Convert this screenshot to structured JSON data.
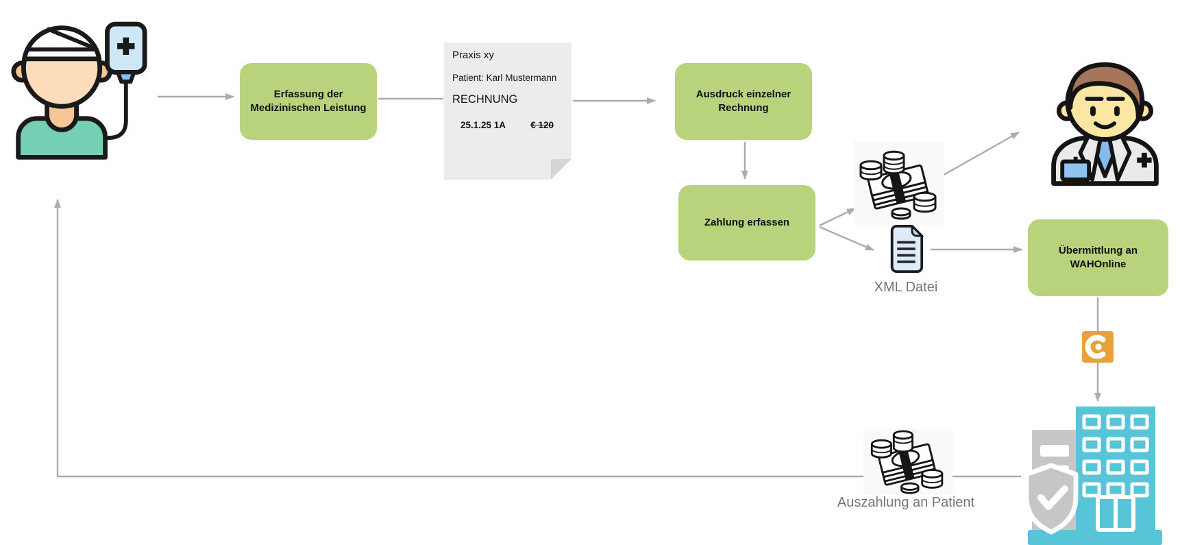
{
  "diagram": {
    "nodes": {
      "box1": {
        "label": "Erfassung der Medizinischen Leistung"
      },
      "box2": {
        "label": "Ausdruck einzelner Rechnung"
      },
      "box3": {
        "label": "Zahlung erfassen"
      },
      "box4": {
        "label": "Übermittlung an WAHOnline"
      }
    },
    "invoice": {
      "practice": "Praxis xy",
      "patient_line": "Patient: Karl Mustermann",
      "heading": "RECHNUNG",
      "item_code": "25.1.25 1A",
      "item_amount": "€ 120",
      "amount_struck_through": true
    },
    "labels": {
      "xml_file": "XML Datei",
      "payout": "Auszahlung an Patient"
    },
    "icons": [
      "patient-icon",
      "doctor-icon",
      "cash-icon",
      "xml-file-icon",
      "c-logo-icon",
      "insurance-building-icon",
      "payout-cash-icon"
    ],
    "edges": [
      {
        "from": "patient",
        "to": "box1"
      },
      {
        "from": "box1",
        "to": "invoice"
      },
      {
        "from": "invoice",
        "to": "box2"
      },
      {
        "from": "box2",
        "to": "box3"
      },
      {
        "from": "box3",
        "to": "cash"
      },
      {
        "from": "box3",
        "to": "xml-file"
      },
      {
        "from": "cash",
        "to": "doctor"
      },
      {
        "from": "xml-file",
        "to": "box4"
      },
      {
        "from": "box4",
        "to": "building"
      },
      {
        "from": "building",
        "to": "payout-cash"
      },
      {
        "from": "payout-cash",
        "to": "patient"
      }
    ],
    "colors": {
      "box_green": "#b8d37c",
      "arrow_gray": "#ababab",
      "accent_orange": "#e8a23b",
      "building_teal": "#58c4d8",
      "label_gray": "#757575",
      "invoice_bg": "#ececec"
    }
  }
}
